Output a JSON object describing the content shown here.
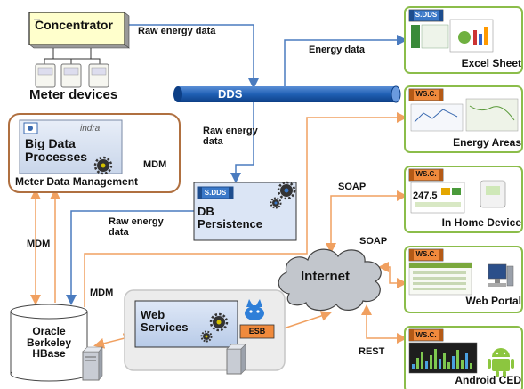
{
  "nodes": {
    "concentrator": "Concentrator",
    "meter_devices": "Meter devices",
    "dds": "DDS",
    "mdm_logo": "indra",
    "big_data": "Big Data\nProcesses",
    "mdm_tag": "MDM",
    "meter_data_management": "Meter Data Management",
    "db_tag": "S.DDS",
    "db_persistence": "DB\nPersistence",
    "oracle": "Oracle\nBerkeley\nHBase",
    "web_services": "Web\nServices",
    "esb": "ESB",
    "internet": "Internet"
  },
  "apps": [
    {
      "tag": "S.DDS",
      "label": "Excel Sheet"
    },
    {
      "tag": "WS.C.",
      "label": "Energy Areas"
    },
    {
      "tag": "WS.C.",
      "label": "In Home Device"
    },
    {
      "tag": "WS.C.",
      "label": "Web Portal"
    },
    {
      "tag": "WS.C.",
      "label": "Android CED"
    }
  ],
  "edges": {
    "raw_energy_1": "Raw energy data",
    "energy_data": "Energy data",
    "raw_energy_2": "Raw energy\ndata",
    "raw_energy_3": "Raw energy\ndata",
    "mdm_left": "MDM",
    "mdm_mid": "MDM",
    "soap_1": "SOAP",
    "soap_2": "SOAP",
    "rest": "REST"
  },
  "ihd_reading": "247.5",
  "colors": {
    "blue_arrow": "#4a7bbf",
    "orange_arrow": "#f0a060",
    "app_border": "#8bbd4a",
    "tag_orange": "#f08a3c",
    "tag_blue": "#3a78c8",
    "pipe": "#1f5fb4",
    "mdm_border": "#b07040"
  }
}
